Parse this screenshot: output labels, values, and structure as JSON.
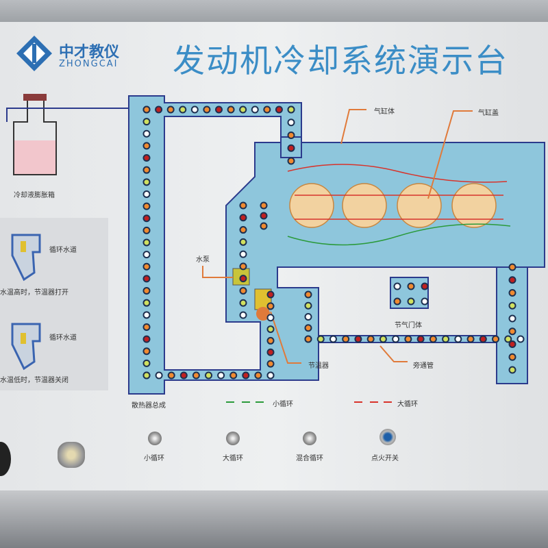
{
  "header": {
    "title": "发动机冷却系统演示台",
    "logo_cn": "中才教仪",
    "logo_en": "ZHONGCAI"
  },
  "labels": {
    "expansion_tank": "冷却液膨胀箱",
    "cylinder_block": "气缸体",
    "cylinder_head": "气缸盖",
    "water_pump": "水泵",
    "thermostat": "节温器",
    "throttle_body": "节气门体",
    "bypass_pipe": "旁通管",
    "radiator": "散热器总成"
  },
  "thermostat_legend": {
    "open": {
      "channel": "循环水道",
      "caption": "水温高时，节温器打开"
    },
    "closed": {
      "channel": "循环水道",
      "caption": "水温低时，节温器关闭"
    }
  },
  "legend": {
    "small_loop": "小循环",
    "big_loop": "大循环",
    "small_color": "#2a9a3a",
    "big_color": "#d8322a"
  },
  "controls": [
    {
      "label": "小循环"
    },
    {
      "label": "大循环"
    },
    {
      "label": "混合循环"
    },
    {
      "label": "点火开关"
    }
  ],
  "colors": {
    "pipe": "#8ec6dc",
    "pipe_border": "#2b3a8c",
    "cylinder": "#f2d2a0",
    "callout": "#e07a3a",
    "title": "#3b8dc6"
  }
}
